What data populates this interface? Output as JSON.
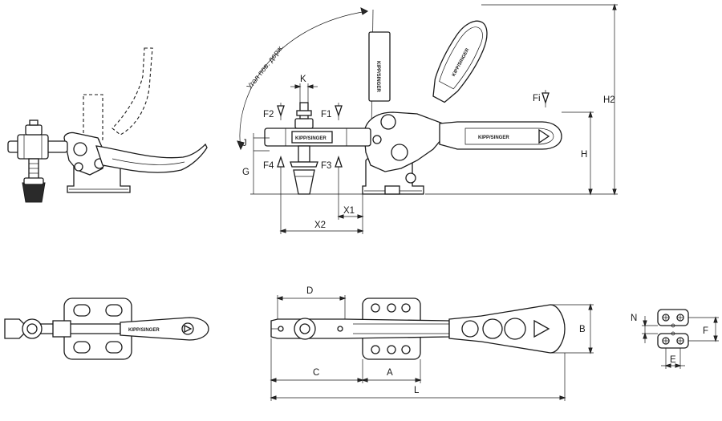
{
  "angle_label": "Угол пов. держ.",
  "brand_text": "KIPP/SINGER",
  "dims": {
    "K": "K",
    "J": "J",
    "G": "G",
    "H": "H",
    "H2": "H2",
    "X1": "X1",
    "X2": "X2",
    "D": "D",
    "C": "C",
    "A": "A",
    "L": "L",
    "B": "B",
    "N": "N",
    "F": "F",
    "E": "E"
  },
  "forces": {
    "F1": "F1",
    "F2": "F2",
    "F3": "F3",
    "F4": "F4",
    "Fi": "Fi"
  }
}
